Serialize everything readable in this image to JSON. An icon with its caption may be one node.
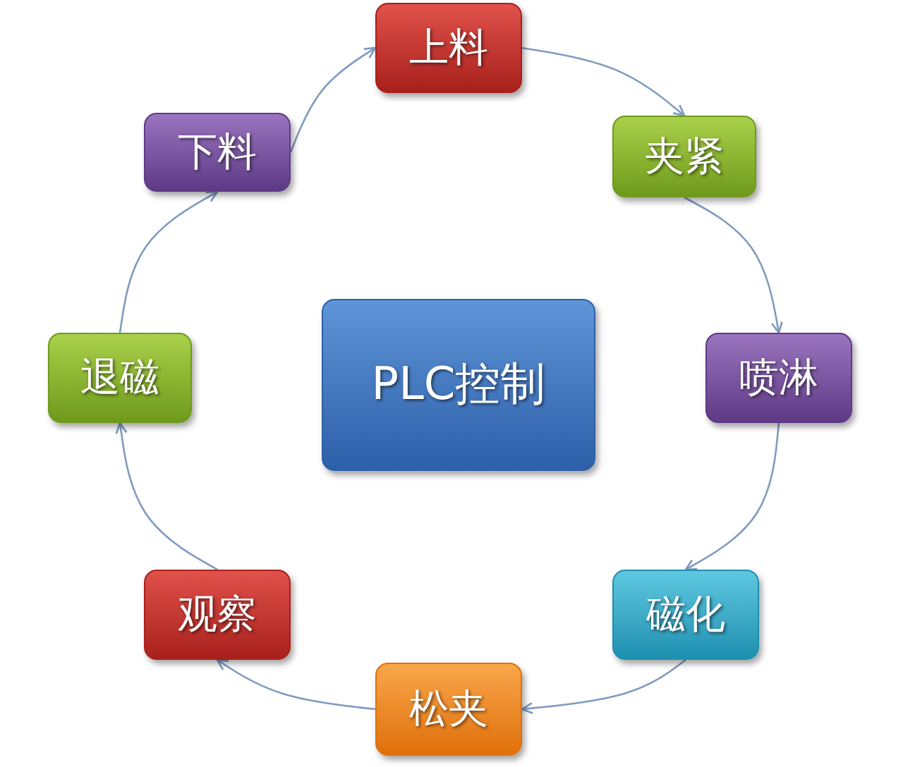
{
  "diagram": {
    "nodes": [
      {
        "text": [
          "上料"
        ]
      },
      {
        "text": [
          "夹紧"
        ]
      },
      {
        "text": [
          "喷淋"
        ]
      },
      {
        "text": [
          "磁化"
        ]
      },
      {
        "text": [
          "松夹"
        ]
      },
      {
        "text": [
          "观察"
        ]
      },
      {
        "text": [
          "退磁"
        ]
      },
      {
        "text": [
          "下料"
        ]
      },
      {
        "text": [
          "PLC控制"
        ]
      }
    ],
    "edges": [
      {
        "from": 7,
        "to": 0,
        "arrow": "to"
      },
      {
        "from": 0,
        "to": 1,
        "arrow": "to"
      },
      {
        "from": 1,
        "to": 2,
        "arrow": "to"
      },
      {
        "from": 2,
        "to": 3,
        "arrow": "to"
      },
      {
        "from": 3,
        "to": 4,
        "arrow": "to"
      },
      {
        "from": 4,
        "to": 5,
        "arrow": "to"
      },
      {
        "from": 5,
        "to": 6,
        "arrow": "to"
      },
      {
        "from": 6,
        "to": 7,
        "arrow": "to"
      }
    ]
  }
}
